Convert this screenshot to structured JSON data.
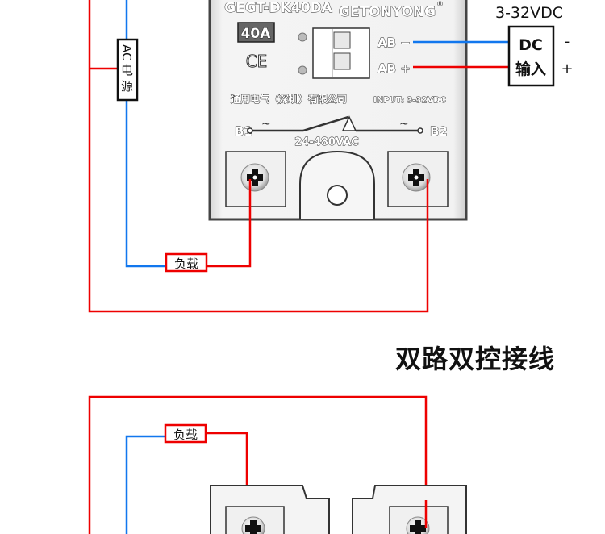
{
  "diagram1": {
    "device": {
      "model": "GEGT-DK40DA",
      "brand": "GETONYONG",
      "registered_mark": "®",
      "current_rating": "40A",
      "cert_mark": "CE",
      "terminal_minus": "AB −",
      "terminal_plus": "AB +",
      "company": "通用电气（深圳）有限公司",
      "input_spec": "INPUT: 3-32VDC",
      "terminal_left": "B1",
      "terminal_right": "B2",
      "tilde": "~",
      "load_voltage": "24-480VAC"
    },
    "dc_input": {
      "voltage": "3-32VDC",
      "label_line1": "DC",
      "label_line2": "输入",
      "minus": "-",
      "plus": "+"
    },
    "ac_source": {
      "label_rotated": "AC",
      "label_upright": "电源"
    },
    "load_label": "负载"
  },
  "section_title": "双路双控接线",
  "diagram2": {
    "load_label": "负载"
  },
  "colors": {
    "live_wire": "#ee0000",
    "neutral_wire": "#1177ee",
    "box_border": "#111111"
  }
}
